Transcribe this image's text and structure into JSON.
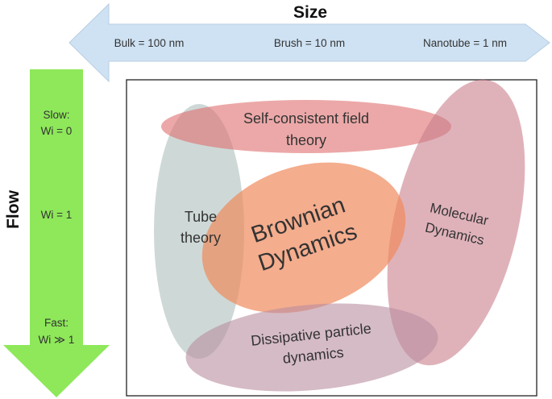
{
  "size_axis": {
    "title": "Size",
    "labels": [
      "Bulk = 100 nm",
      "Brush = 10 nm",
      "Nanotube = 1 nm"
    ],
    "arrow_color": "#cfe2f3"
  },
  "flow_axis": {
    "title": "Flow",
    "slow_label_1": "Slow:",
    "slow_label_2": "Wi = 0",
    "mid_label": "Wi = 1",
    "fast_label_1": "Fast:",
    "fast_label_2": "Wi ≫ 1",
    "arrow_color": "#8ee85a"
  },
  "methods": {
    "scft_1": "Self-consistent field",
    "scft_2": "theory",
    "tube_1": "Tube",
    "tube_2": "theory",
    "bd_1": "Brownian",
    "bd_2": "Dynamics",
    "md_1": "Molecular",
    "md_2": "Dynamics",
    "dpd_1": "Dissipative particle",
    "dpd_2": "dynamics"
  },
  "colors": {
    "scft": "#e06e6e",
    "tube": "#aebfbd",
    "brownian": "#f08a5d",
    "molecular": "#c97e8c",
    "dissipative": "#b98ea0",
    "frame": "#222222"
  }
}
